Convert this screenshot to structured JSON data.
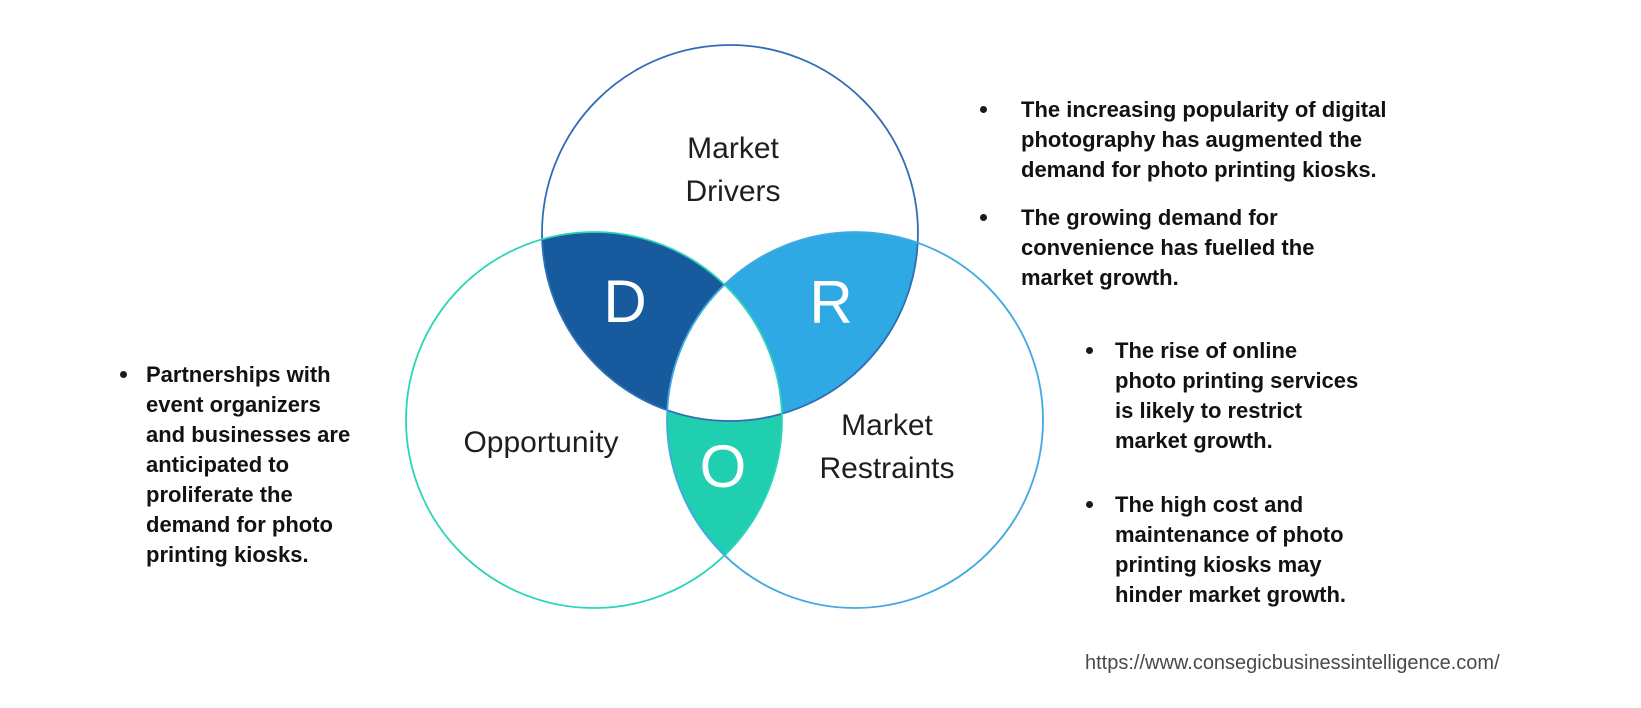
{
  "venn": {
    "drivers": {
      "label": "Market\nDrivers",
      "letter": "D",
      "lens_fill": "#175A9E",
      "stroke": "#2F6EB5"
    },
    "opportunity": {
      "label": "Opportunity",
      "letter": "O",
      "lens_fill": "#1FCFAF",
      "stroke": "#2CD5B8"
    },
    "restraints": {
      "label": "Market\nRestraints",
      "letter": "R",
      "lens_fill": "#2FA9E4",
      "stroke": "#41A9E1"
    },
    "center_fill": "#FFFFFF"
  },
  "opportunity_notes": {
    "bullets": [
      {
        "text": "Partnerships with\nevent organizers\nand businesses are\nanticipated to\nproliferate the\ndemand for photo\nprinting kiosks."
      }
    ]
  },
  "driver_notes": {
    "bullets": [
      {
        "text": "The increasing popularity of digital\nphotography has augmented the\ndemand for photo printing kiosks."
      },
      {
        "text": "The growing demand for\nconvenience has fuelled the\nmarket growth."
      }
    ]
  },
  "restraint_notes": {
    "bullets": [
      {
        "text": "The rise of online\nphoto printing services\nis likely to restrict\nmarket growth."
      },
      {
        "text": "The high cost and\nmaintenance of photo\nprinting kiosks may\nhinder market growth."
      }
    ]
  },
  "footer": {
    "url": "https://www.consegicbusinessintelligence.com/"
  }
}
